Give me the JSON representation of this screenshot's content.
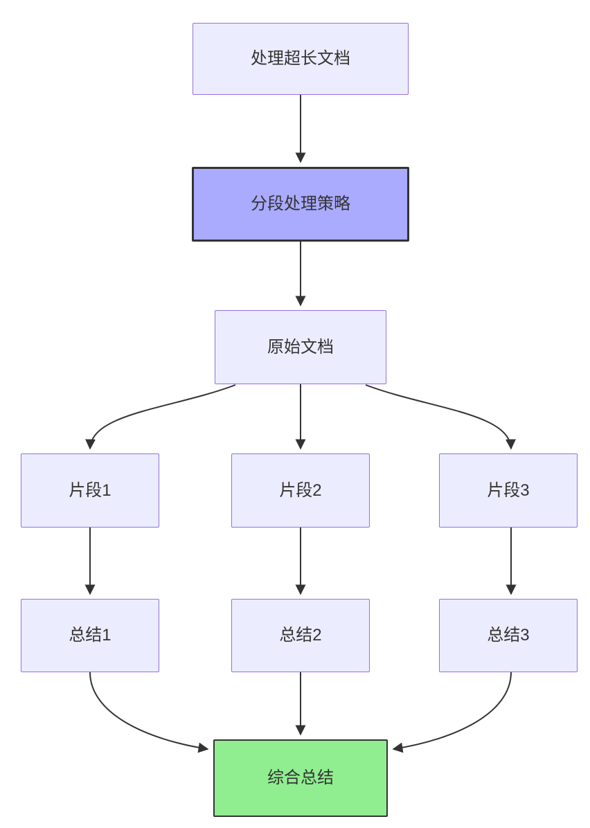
{
  "diagram": {
    "type": "flowchart",
    "direction": "top-down",
    "nodes": {
      "process_doc": {
        "label": "处理超长文档"
      },
      "strategy": {
        "label": "分段处理策略"
      },
      "original_doc": {
        "label": "原始文档"
      },
      "segment_1": {
        "label": "片段1"
      },
      "segment_2": {
        "label": "片段2"
      },
      "segment_3": {
        "label": "片段3"
      },
      "summary_1": {
        "label": "总结1"
      },
      "summary_2": {
        "label": "总结2"
      },
      "summary_3": {
        "label": "总结3"
      },
      "final_summary": {
        "label": "综合总结"
      }
    },
    "edges": [
      {
        "from": "process_doc",
        "to": "strategy"
      },
      {
        "from": "strategy",
        "to": "original_doc"
      },
      {
        "from": "original_doc",
        "to": "segment_1"
      },
      {
        "from": "original_doc",
        "to": "segment_2"
      },
      {
        "from": "original_doc",
        "to": "segment_3"
      },
      {
        "from": "segment_1",
        "to": "summary_1"
      },
      {
        "from": "segment_2",
        "to": "summary_2"
      },
      {
        "from": "segment_3",
        "to": "summary_3"
      },
      {
        "from": "summary_1",
        "to": "final_summary"
      },
      {
        "from": "summary_2",
        "to": "final_summary"
      },
      {
        "from": "summary_3",
        "to": "final_summary"
      }
    ],
    "colors": {
      "node_fill": "#ECECFF",
      "node_border": "#9370DB",
      "highlight_fill": "#AAAAFF",
      "highlight_border": "#333333",
      "final_fill": "#90EE90",
      "final_border": "#333333",
      "arrow": "#333333",
      "text": "#333333",
      "background": "#FFFFFF"
    }
  }
}
